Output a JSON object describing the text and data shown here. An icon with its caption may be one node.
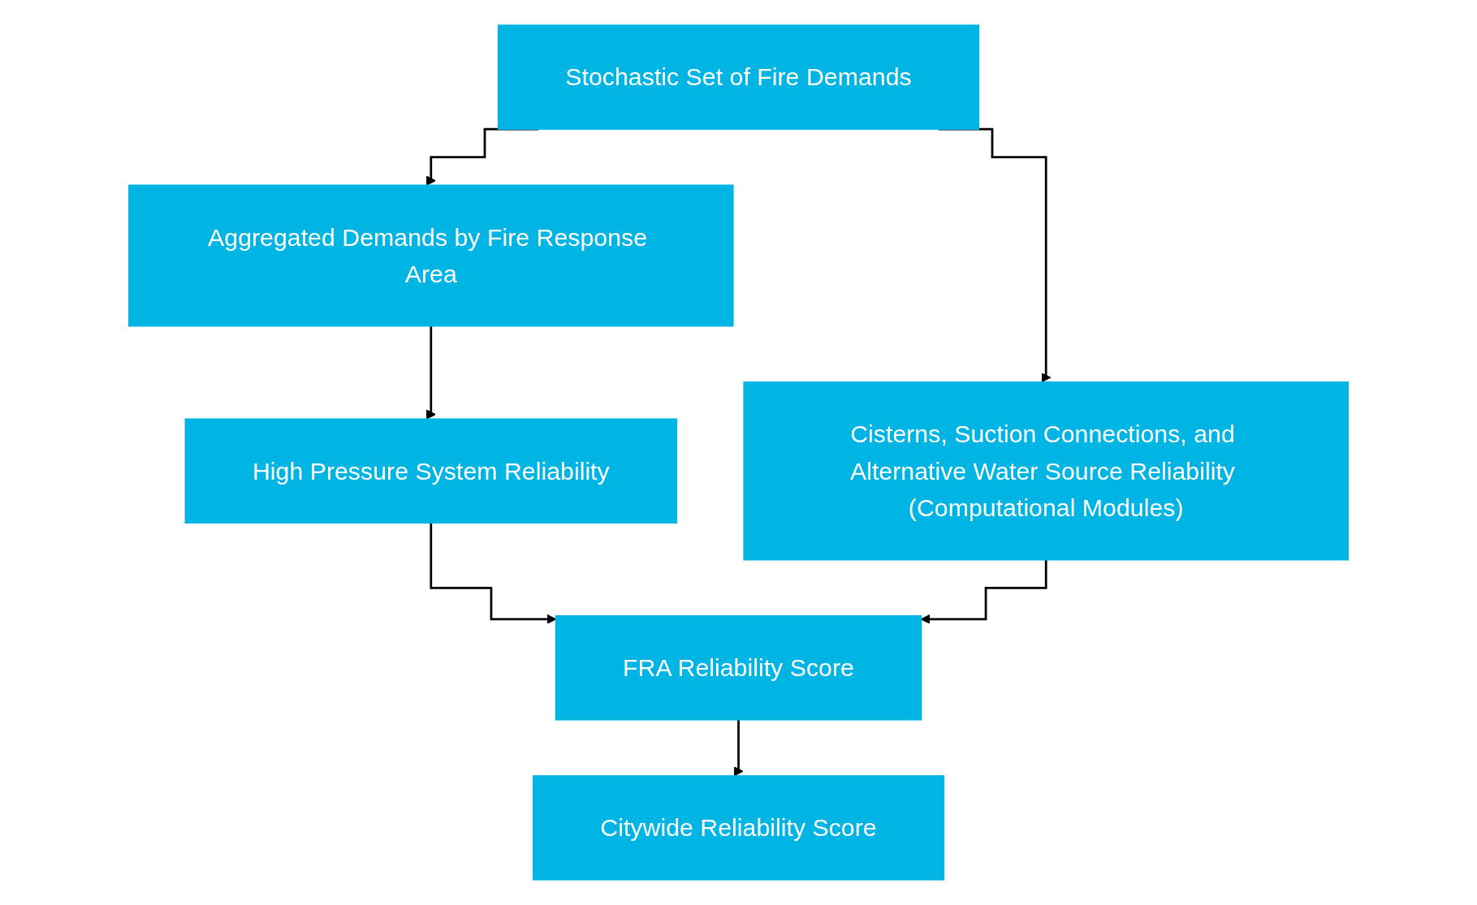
{
  "diagram": {
    "nodes": [
      {
        "text": [
          "Stochastic Set of Fire Demands"
        ]
      },
      {
        "text": [
          "Aggregated Demands by Fire Response Area"
        ]
      },
      {
        "text": [
          "High Pressure System Reliability"
        ]
      },
      {
        "text": [
          "Cisterns, Suction Connections, and Alternative Water Source Reliability (Computational Modules)"
        ]
      },
      {
        "text": [
          "FRA Reliability Score"
        ]
      },
      {
        "text": [
          "Citywide Reliability Score"
        ]
      }
    ],
    "edges": [
      {
        "from": 0,
        "to": 1,
        "arrow": "to"
      },
      {
        "from": 0,
        "to": 3,
        "arrow": "to"
      },
      {
        "from": 1,
        "to": 2,
        "arrow": "to"
      },
      {
        "from": 2,
        "to": 4,
        "arrow": "to"
      },
      {
        "from": 3,
        "to": 4,
        "arrow": "to"
      },
      {
        "from": 4,
        "to": 5,
        "arrow": "to"
      }
    ]
  }
}
